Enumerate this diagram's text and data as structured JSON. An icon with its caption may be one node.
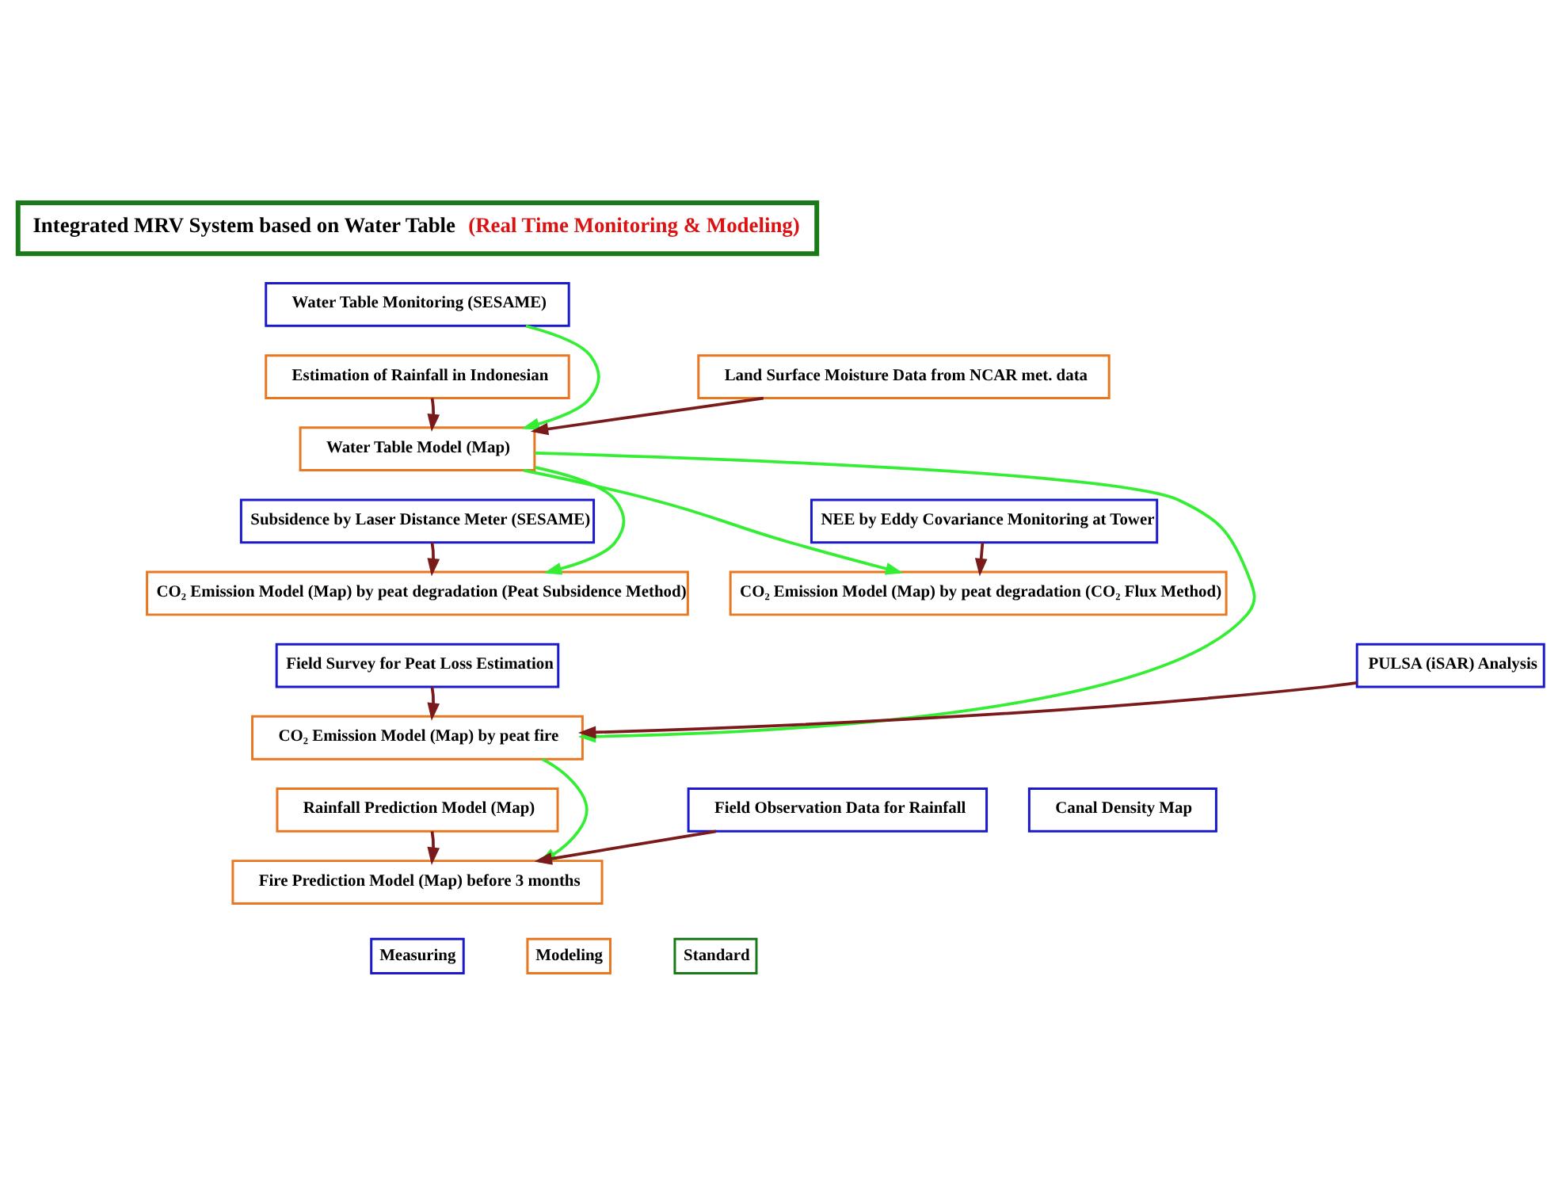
{
  "diagram": {
    "nodes": [
      {
        "text": [
          "Integrated MRV System based on Water Table",
          "(Real Time Monitoring & Modeling)"
        ]
      },
      {
        "text": [
          "Water Table Monitoring (SESAME)"
        ]
      },
      {
        "text": [
          "Estimation of Rainfall in Indonesian"
        ]
      },
      {
        "text": [
          "Land Surface Moisture Data from NCAR met. data"
        ]
      },
      {
        "text": [
          "Water Table Model (Map)"
        ]
      },
      {
        "text": [
          "Subsidence by Laser Distance Meter (SESAME)"
        ]
      },
      {
        "text": [
          "NEE by Eddy Covariance Monitoring at Tower"
        ]
      },
      {
        "text": [
          "CO₂ Emission Model (Map) by peat degradation (Peat Subsidence Method)"
        ]
      },
      {
        "text": [
          "CO₂ Emission Model (Map) by peat degradation (CO₂ Flux Method)"
        ]
      },
      {
        "text": [
          "Field Survey for Peat Loss Estimation"
        ]
      },
      {
        "text": [
          "PULSA (iSAR) Analysis"
        ]
      },
      {
        "text": [
          "CO₂ Emission Model (Map) by peat fire"
        ]
      },
      {
        "text": [
          "Rainfall Prediction Model (Map)"
        ]
      },
      {
        "text": [
          "Field Observation Data for Rainfall"
        ]
      },
      {
        "text": [
          "Canal Density Map"
        ]
      },
      {
        "text": [
          "Fire Prediction Model (Map) before 3 months"
        ]
      }
    ],
    "edges": [
      {
        "from": 1,
        "to": 4,
        "arrow": "to",
        "color": "#33ee33"
      },
      {
        "from": 2,
        "to": 4,
        "arrow": "to"
      },
      {
        "from": 3,
        "to": 4,
        "arrow": "to"
      },
      {
        "from": 4,
        "to": 7,
        "arrow": "to",
        "color": "#33ee33"
      },
      {
        "from": 4,
        "to": 8,
        "arrow": "to",
        "color": "#33ee33"
      },
      {
        "from": 4,
        "to": 11,
        "arrow": "to",
        "color": "#33ee33"
      },
      {
        "from": 5,
        "to": 7,
        "arrow": "to"
      },
      {
        "from": 6,
        "to": 8,
        "arrow": "to"
      },
      {
        "from": 9,
        "to": 11,
        "arrow": "to"
      },
      {
        "from": 10,
        "to": 11,
        "arrow": "to"
      },
      {
        "from": 11,
        "to": 15,
        "arrow": "to",
        "color": "#33ee33"
      },
      {
        "from": 12,
        "to": 15,
        "arrow": "to"
      },
      {
        "from": 13,
        "to": 15,
        "arrow": "to"
      }
    ],
    "legend": [
      {
        "text": "Measuring",
        "color": "#1a1acc"
      },
      {
        "text": "Modeling",
        "color": "#e87722"
      },
      {
        "text": "Standard",
        "color": "#1a7a1a"
      }
    ]
  }
}
